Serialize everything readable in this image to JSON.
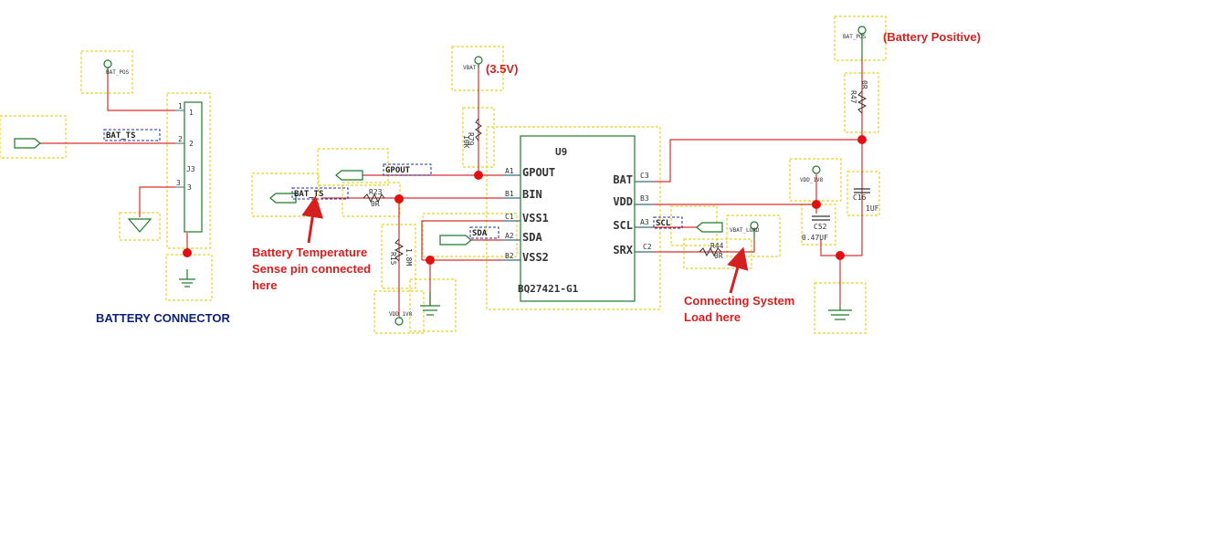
{
  "colors": {
    "wire": "#d63030",
    "pin": "#33707a",
    "body": "#1f7a2a",
    "highlight": "#e8d428",
    "netlabel": "#1c2fa8",
    "annotation": "#d42020",
    "title": "#0e1f7a",
    "junction": "#e21010"
  },
  "connector": {
    "title": "BATTERY CONNECTOR",
    "ref": "J3",
    "pin1": "1",
    "pin2": "2",
    "pin3": "3",
    "bat_pos_label": "BAT_POS",
    "bat_ts_label": "BAT_TS"
  },
  "ic": {
    "ref": "U9",
    "part": "BQ27421-G1",
    "left_pins": [
      {
        "num": "A1",
        "name": "GPOUT"
      },
      {
        "num": "B1",
        "name": "BIN"
      },
      {
        "num": "C1",
        "name": "VSS1"
      },
      {
        "num": "A2",
        "name": "SDA"
      },
      {
        "num": "B2",
        "name": "VSS2"
      }
    ],
    "right_pins": [
      {
        "num": "C3",
        "name": "BAT"
      },
      {
        "num": "B3",
        "name": "VDD"
      },
      {
        "num": "A3",
        "name": "SCL"
      },
      {
        "num": "C2",
        "name": "SRX"
      }
    ]
  },
  "components": {
    "vbat_label": "VBAT",
    "vbat_value": "(3.5V)",
    "r79_ref": "R79",
    "r79_value": "10K",
    "gpout_label": "GPOUT",
    "bat_ts_label": "BAT_TS",
    "r23_ref": "R23",
    "r23_value": "0R",
    "r15_ref": "R15",
    "r15_value": "1.8M",
    "vdd_1v8_label": "VDD_1V8",
    "sda_label": "SDA",
    "scl_label": "SCL",
    "r44_ref": "R44",
    "r44_value": "0R",
    "vbat_load_label": "VBAT_LOAD",
    "bat_pos_label": "BAT_POS",
    "bat_pos_note": "(Battery Positive)",
    "r47_ref": "R47",
    "r47_value": "0R",
    "c16_ref": "C16",
    "c16_value": "1UF",
    "c52_ref": "C52",
    "c52_value": "0.47UF",
    "vdd_1v8_label_2": "VDD_1V8"
  },
  "annotations": {
    "temp_line1": "Battery Temperature",
    "temp_line2": "Sense pin connected",
    "temp_line3": "here",
    "load_line1": "Connecting System",
    "load_line2": "Load here"
  }
}
